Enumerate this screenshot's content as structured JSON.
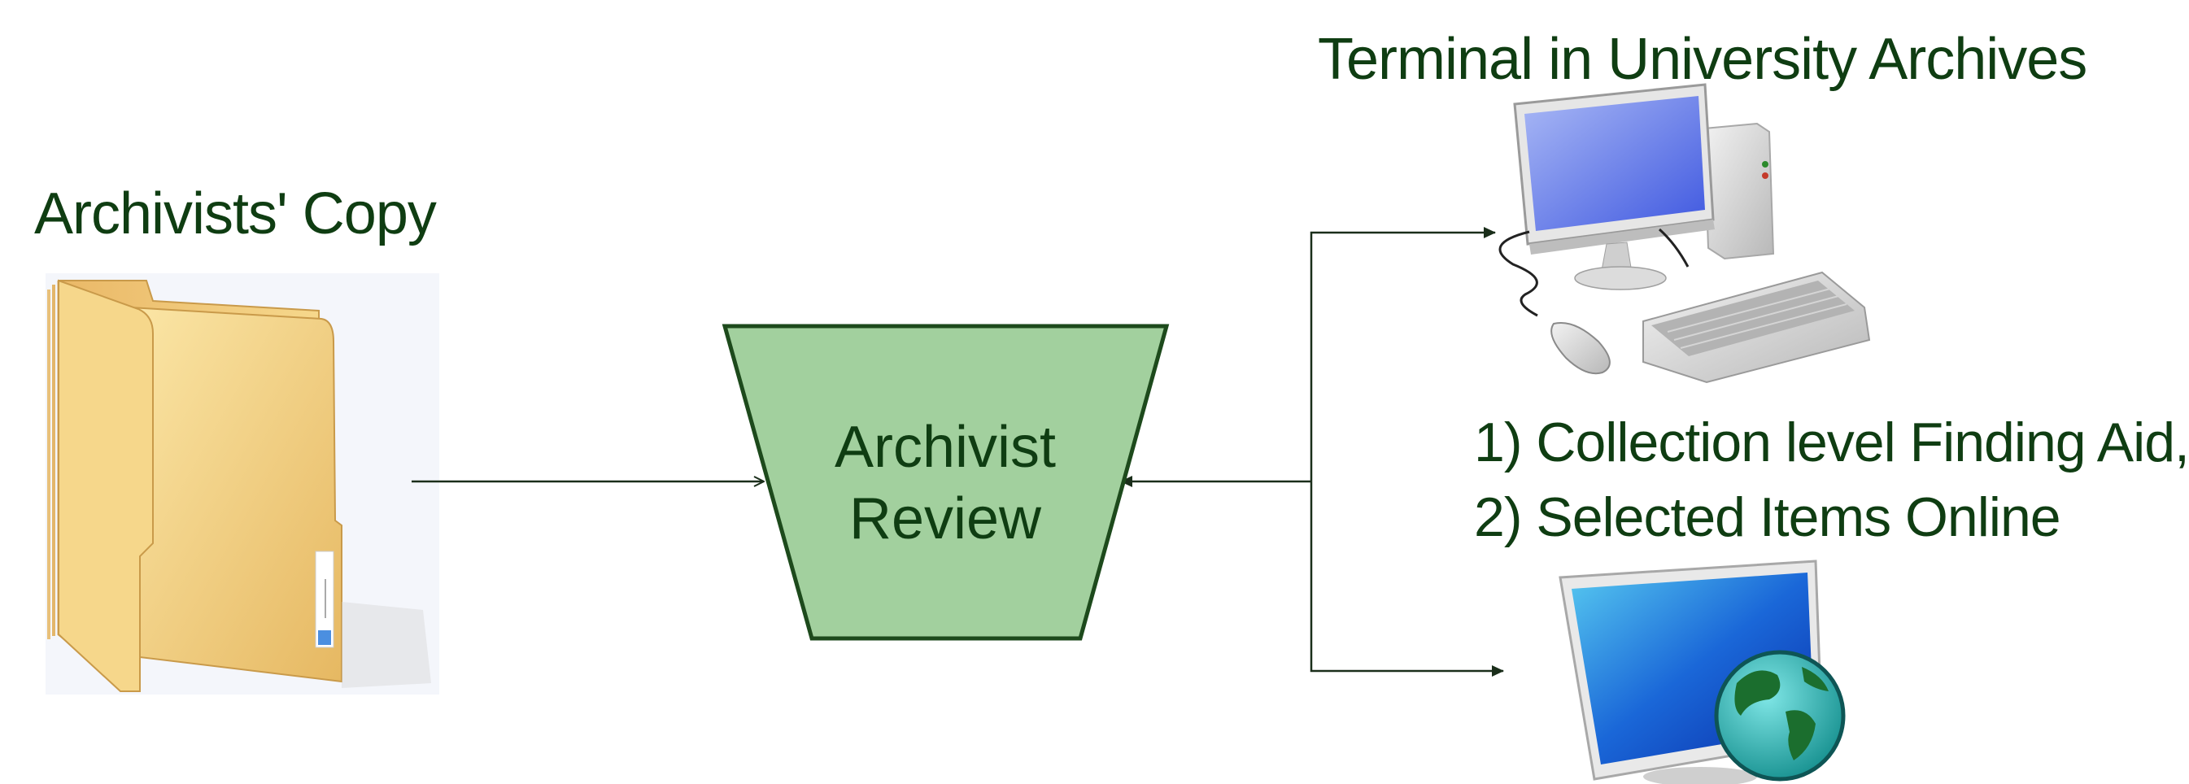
{
  "labels": {
    "archivists_copy": "Archivists' Copy",
    "terminal": "Terminal in University Archives",
    "output_line_1": "1) Collection level Finding Aid,",
    "output_line_2": "2) Selected Items Online"
  },
  "review_box": {
    "line_1": "Archivist",
    "line_2": "Review"
  },
  "colors": {
    "text": "#0f3d12",
    "trapezoid_fill": "#a2d09e",
    "trapezoid_stroke": "#1d4a1c",
    "arrow": "#1a2e1a",
    "folder": "#f2cf7e",
    "screen_blue": "#3c5ee8",
    "globe": "#2ab3b0"
  },
  "icons": [
    "folder-icon",
    "desktop-computer-icon",
    "web-monitor-globe-icon"
  ]
}
